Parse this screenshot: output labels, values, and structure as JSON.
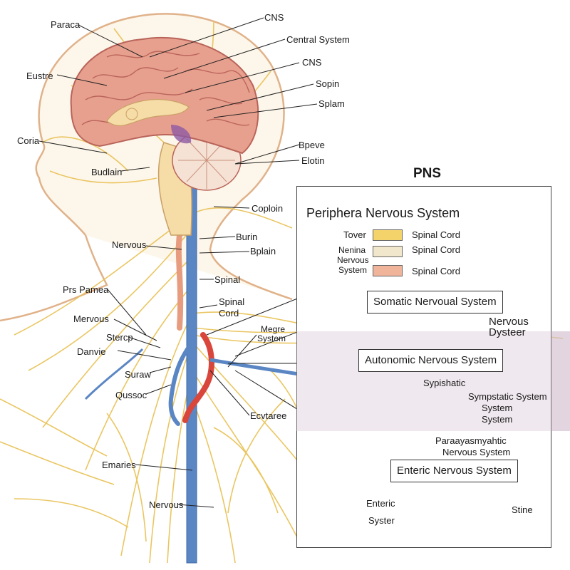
{
  "title": "PNS",
  "panel": {
    "title": "Periphera Nervous System",
    "legend": [
      {
        "label": "Tover",
        "swatch_label": "Spinal Cord",
        "color": "#f3d36a"
      },
      {
        "label": "Nenina Nervous System",
        "label_lines": [
          "Nenina",
          "Nervous",
          "System"
        ],
        "swatch_label": "Spinal Cord",
        "color": "#f1e7cc"
      },
      {
        "label": "",
        "swatch_label": "Spinal Cord",
        "color": "#f0b49a"
      }
    ],
    "boxes": {
      "somatic": "Somatic Nervoual System",
      "autonomic": "Autonomic Nervous System",
      "enteric": "Enteric Nervous System"
    },
    "labels": {
      "nervous_dysteer": [
        "Nervous",
        "Dysteer"
      ],
      "sypishatic": "Sypishatic",
      "sympstatic": [
        "Sympstatic System",
        "System",
        "System"
      ],
      "parasym": [
        "Paraayasmyahtic",
        "Nervous System"
      ],
      "enteric_syster": [
        "Enteric",
        "Syster"
      ],
      "stine": "Stine"
    }
  },
  "left_labels": {
    "paraca": "Paraca",
    "eustre": "Eustre",
    "coria": "Coria",
    "budlain": "Budlain",
    "nervous_neck": "Nervous",
    "prs_pamea": "Prs Pamea",
    "mervous": "Mervous",
    "stercp": "Stercp",
    "danvie": "Danvie",
    "suraw": "Suraw",
    "qussoc": "Qussoc",
    "emaries": "Emaries",
    "nervous_bottom": "Nervous"
  },
  "right_labels": {
    "cns_top": "CNS",
    "central_system": "Central System",
    "cns_2": "CNS",
    "sopin": "Sopin",
    "splam": "Splam",
    "bpeve": "Bpeve",
    "elotin": "Elotin",
    "coploin": "Coploin",
    "burin": "Burin",
    "bplain": "Bplain",
    "spinal": "Spinal",
    "spinal_cord": [
      "Spinal",
      "Cord"
    ],
    "megre_system": [
      "Megre",
      "System"
    ],
    "ecvtaree": "Ecvtaree"
  },
  "colors": {
    "nerve": "#e9c35a",
    "brain": "#e8a08e",
    "brain_dark": "#b9645a",
    "spine_blue": "#5b86c4",
    "artery": "#d8463c",
    "skin_outline": "#e0b28a"
  }
}
